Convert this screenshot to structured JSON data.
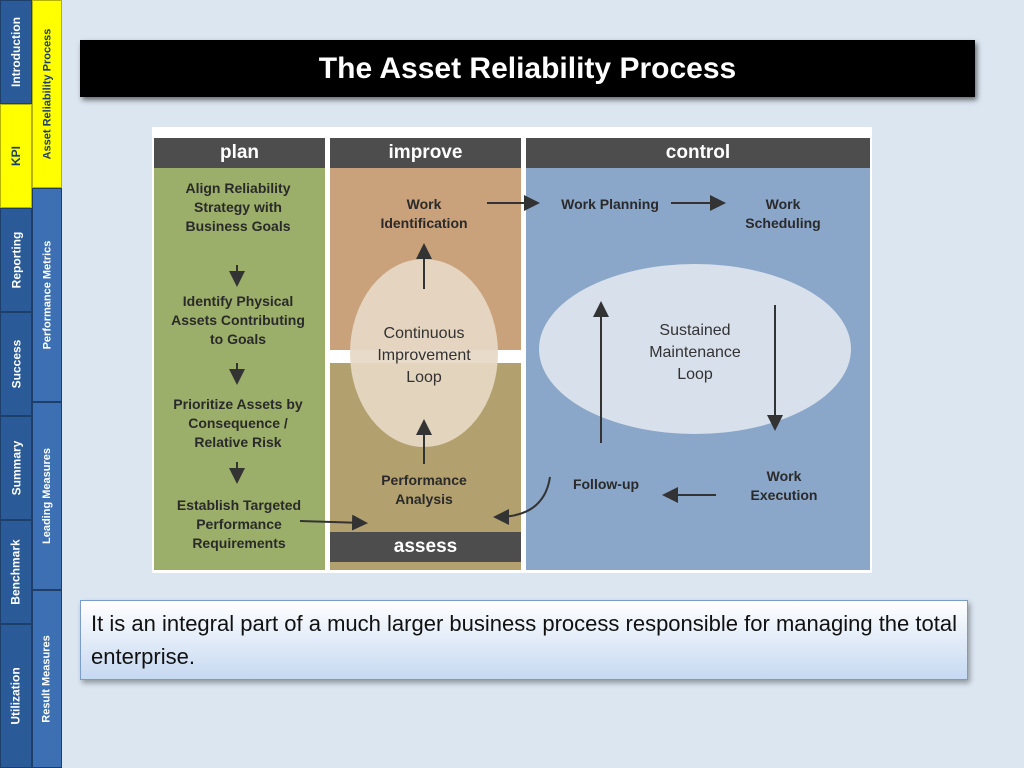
{
  "nav": {
    "primary_tabs": [
      {
        "label": "Introduction",
        "active": false
      },
      {
        "label": "KPI",
        "active": true
      },
      {
        "label": "Reporting",
        "active": false
      },
      {
        "label": "Success",
        "active": false
      },
      {
        "label": "Summary",
        "active": false
      },
      {
        "label": "Benchmark",
        "active": false
      },
      {
        "label": "Utilization",
        "active": false
      }
    ],
    "secondary_tabs": [
      {
        "label": "Asset Reliability Process",
        "active": true
      },
      {
        "label": "Performance Metrics",
        "active": false
      },
      {
        "label": "Leading Measures",
        "active": false
      },
      {
        "label": "Result Measures",
        "active": false
      }
    ]
  },
  "title": "The Asset Reliability Process",
  "diagram": {
    "headers": {
      "plan": "plan",
      "improve": "improve",
      "control": "control",
      "assess": "assess"
    },
    "plan_steps": [
      "Align Reliability Strategy with Business Goals",
      "Identify Physical Assets Contributing to Goals",
      "Prioritize Assets by Consequence / Relative Risk",
      "Establish Targeted Performance Requirements"
    ],
    "work_identification": "Work Identification",
    "performance_analysis": "Performance Analysis",
    "continuous_loop": "Continuous Improvement Loop",
    "work_planning": "Work Planning",
    "work_scheduling": "Work Scheduling",
    "sustained_loop": "Sustained Maintenance Loop",
    "follow_up": "Follow-up",
    "work_execution": "Work Execution",
    "colors": {
      "plan": "#9caf6a",
      "improve": "#c9a27c",
      "assess": "#b2a06e",
      "control": "#8aa6c9",
      "header": "#4d4d4d"
    }
  },
  "caption": "It is an integral part of a much larger business process responsible for managing the total enterprise."
}
